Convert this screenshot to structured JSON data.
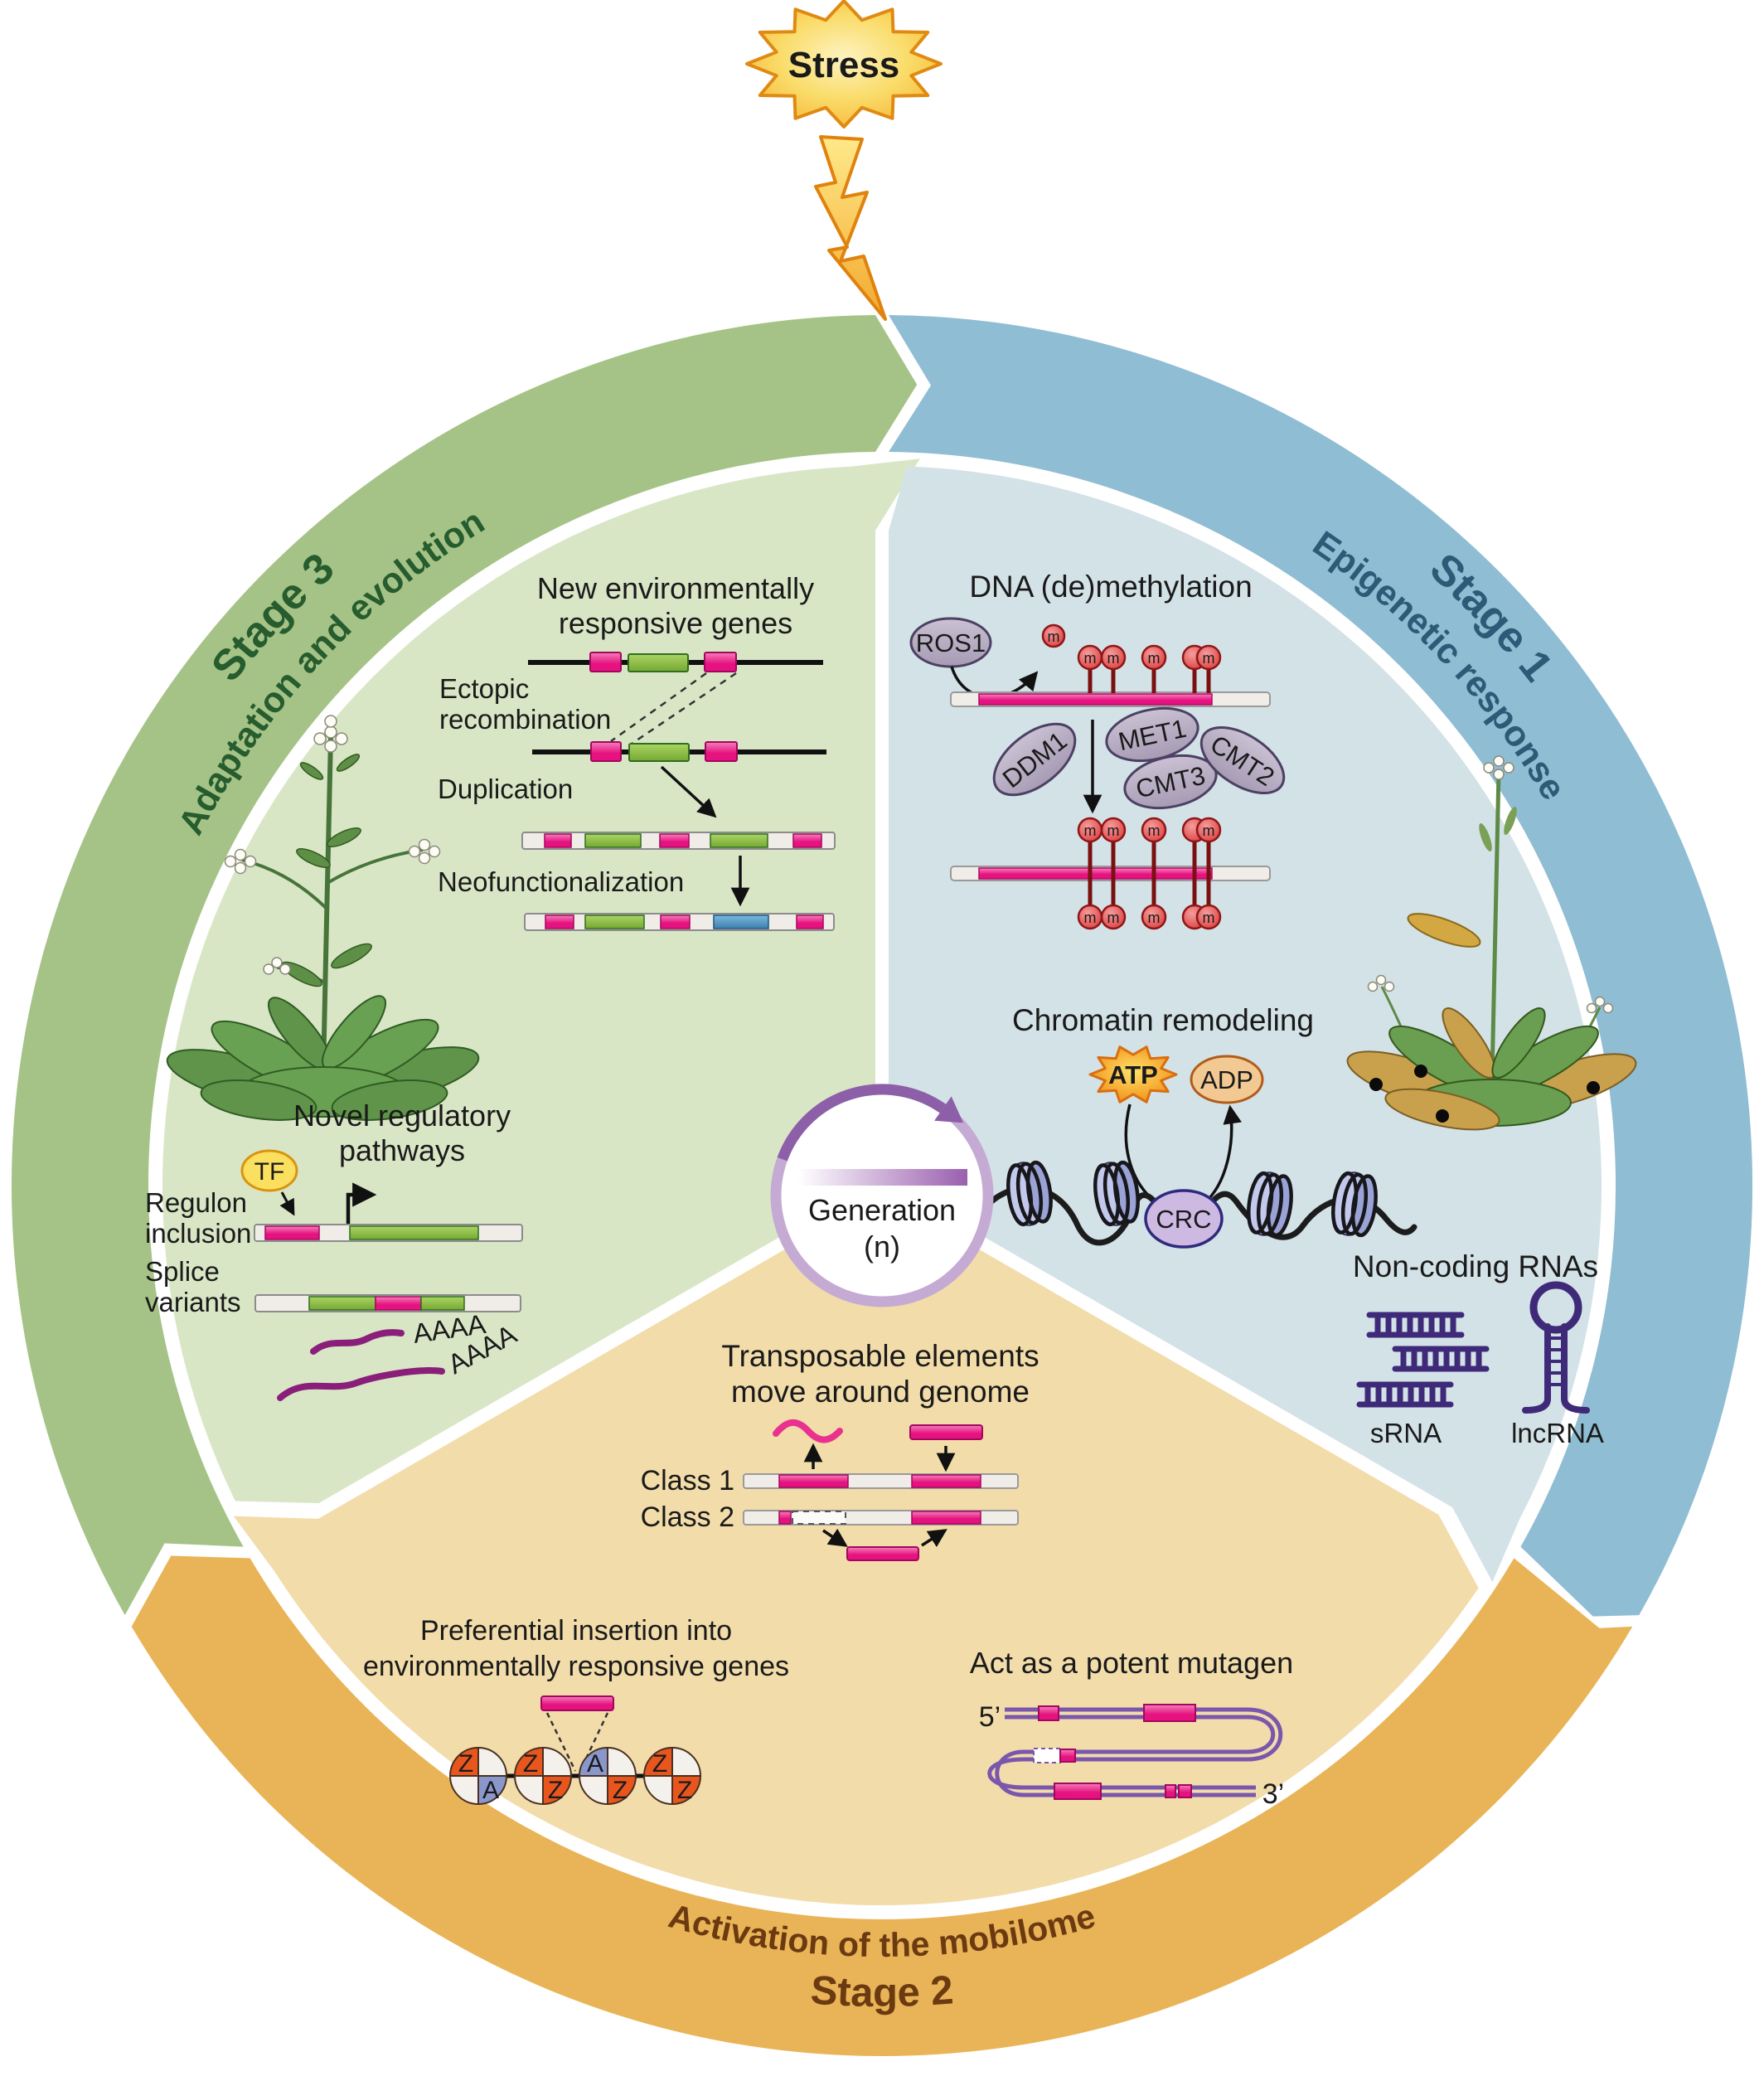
{
  "stress_label": "Stress",
  "center": {
    "line1": "Generation",
    "line2": "(n)"
  },
  "colors": {
    "stage1_band": "#8fbdd3",
    "stage1_fill": "#d3e2e7",
    "stage2_band": "#e9b457",
    "stage2_fill": "#f2dcaa",
    "stage3_band": "#a5c386",
    "stage3_fill": "#d9e6c6",
    "stage1_text": "#2c5a77",
    "stage2_text": "#6b3a10",
    "stage3_text": "#265c2e",
    "gene_pink": "#e5368f",
    "gene_green": "#8cc152",
    "gene_blue": "#5b9bd5",
    "methyl_red": "#e85555",
    "ncrna_purple": "#3f2a7a",
    "strand_purple": "#7a57ad"
  },
  "stage1": {
    "stage_label": "Stage 1",
    "tagline": "Epigenetic response",
    "demethylation": {
      "title": "DNA (de)methylation",
      "ros1": "ROS1",
      "ddm1": "DDM1",
      "met1": "MET1",
      "cmt3": "CMT3",
      "cmt2": "CMT2",
      "methyl": "m"
    },
    "chromatin": {
      "title": "Chromatin remodeling",
      "atp": "ATP",
      "adp": "ADP",
      "crc": "CRC"
    },
    "ncrna": {
      "title": "Non-coding RNAs",
      "srna": "sRNA",
      "lncrna": "lncRNA"
    }
  },
  "stage2": {
    "stage_label": "Stage 2",
    "tagline": "Activation of the mobilome",
    "transposable": {
      "title_line1": "Transposable elements",
      "title_line2": "move around genome",
      "class1": "Class 1",
      "class2": "Class 2"
    },
    "insertion": {
      "title_line1": "Preferential insertion into",
      "title_line2": "environmentally responsive genes",
      "circles": [
        {
          "tl": "Z",
          "br": "A",
          "tl_fill": "#e8561e",
          "br_fill": "#8a97cc"
        },
        {
          "tl": "Z",
          "br": "Z",
          "tl_fill": "#e8561e",
          "br_fill": "#e8561e"
        },
        {
          "tl": "A",
          "br": "Z",
          "tl_fill": "#8a97cc",
          "br_fill": "#e8561e"
        },
        {
          "tl": "Z",
          "br": "Z",
          "tl_fill": "#e8561e",
          "br_fill": "#e8561e"
        }
      ]
    },
    "mutagen": {
      "title": "Act as a potent mutagen",
      "five_prime": "5’",
      "three_prime": "3’"
    }
  },
  "stage3": {
    "stage_label": "Stage 3",
    "tagline": "Adaptation and evolution",
    "new_genes": {
      "title_line1": "New environmentally",
      "title_line2": "responsive genes",
      "ectopic_line1": "Ectopic",
      "ectopic_line2": "recombination",
      "duplication": "Duplication",
      "neofunctionalization": "Neofunctionalization"
    },
    "pathways": {
      "title_line1": "Novel regulatory",
      "title_line2": "pathways",
      "tf": "TF",
      "regulon_line1": "Regulon",
      "regulon_line2": "inclusion",
      "splice_line1": "Splice",
      "splice_line2": "variants",
      "polya1": "AAAA",
      "polya2": "AAAA"
    }
  }
}
